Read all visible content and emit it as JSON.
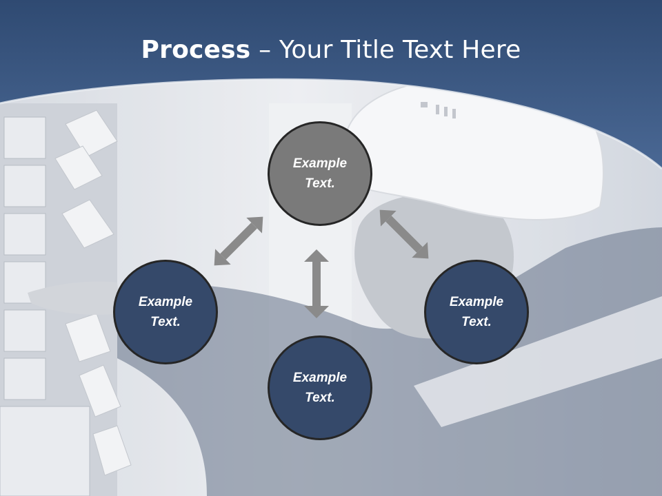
{
  "slide": {
    "title_bold": "Process",
    "title_rest": " – Your Title Text Here"
  },
  "process": {
    "steps": [
      {
        "label": "Example Text."
      },
      {
        "label": "Example Text."
      },
      {
        "label": "Example Text."
      },
      {
        "label": "Example Text."
      }
    ]
  },
  "colors": {
    "header_blue": "#3d5a86",
    "step_active": "#7a7a7a",
    "step_default": "#35496a",
    "arrow_gray": "#8a8a8a"
  }
}
